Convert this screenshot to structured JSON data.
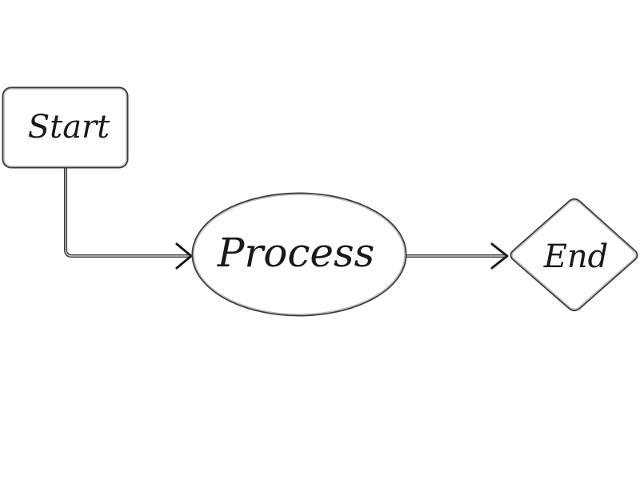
{
  "diagram": {
    "nodes": {
      "start": {
        "label": "Start",
        "shape": "rounded-rectangle"
      },
      "process": {
        "label": "Process",
        "shape": "ellipse"
      },
      "end": {
        "label": "End",
        "shape": "diamond"
      }
    },
    "edges": [
      {
        "from": "start",
        "to": "process"
      },
      {
        "from": "process",
        "to": "end"
      }
    ],
    "colors": {
      "outline": "#3a3a3a",
      "highlight": "#c8c8c8",
      "text": "#1a1a1a",
      "background": "#ffffff"
    }
  }
}
